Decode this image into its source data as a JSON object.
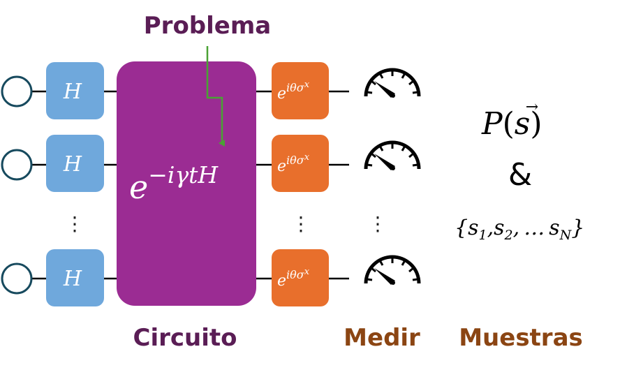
{
  "colors": {
    "hadamard": "#6fa8dc",
    "circuit": "#9b2c93",
    "rotation": "#e86f2c",
    "problem_label": "#5a1d55",
    "circuit_label": "#5a1d55",
    "measure_label": "#8b4513",
    "samples_label": "#8b4513",
    "arrow": "#4aa234",
    "wire": "#000000",
    "qubit": "#174a5e"
  },
  "labels": {
    "problem": "Problema",
    "circuit": "Circuito",
    "measure": "Medir",
    "samples": "Muestras"
  },
  "gates": {
    "hadamard": "H",
    "circuit_base": "e",
    "circuit_exp": "−iγtH",
    "rotation_base": "e",
    "rotation_exp": "iθσ",
    "rotation_sup": "x"
  },
  "ellipsis": "⋮",
  "output": {
    "prob": "P(s⃗)",
    "prob_P": "P",
    "prob_open": "(",
    "prob_s": "s",
    "prob_vec": "→",
    "prob_close": ")",
    "and": "&",
    "set_open": "{",
    "s": "s",
    "sub1": "1",
    "sub2": "2",
    "subN": "N",
    "comma": ",",
    "dots": "…",
    "set_close": "}"
  },
  "icons": {
    "qubit": "circle-icon",
    "meter": "gauge-meter-icon",
    "arrow": "arrow-down-icon"
  }
}
